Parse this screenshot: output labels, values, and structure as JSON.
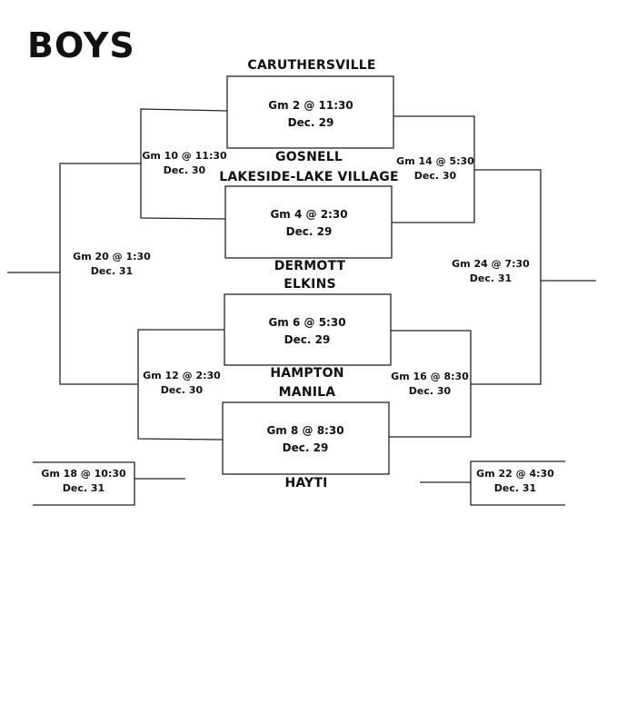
{
  "title": "BOYS",
  "teams": {
    "t1": "CARUTHERSVILLE",
    "t2": "GOSNELL",
    "t3": "LAKESIDE-LAKE VILLAGE",
    "t4": "DERMOTT",
    "t5": "ELKINS",
    "t6": "HAMPTON",
    "t7": "MANILA",
    "t8": "HAYTI"
  },
  "games": {
    "g2": {
      "name": "Gm 2 @ 11:30",
      "date": "Dec. 29"
    },
    "g4": {
      "name": "Gm 4 @ 2:30",
      "date": "Dec. 29"
    },
    "g6": {
      "name": "Gm 6 @ 5:30",
      "date": "Dec. 29"
    },
    "g8": {
      "name": "Gm 8 @ 8:30",
      "date": "Dec. 29"
    },
    "g10": {
      "name": "Gm 10 @ 11:30",
      "date": "Dec. 30"
    },
    "g12": {
      "name": "Gm 12 @ 2:30",
      "date": "Dec. 30"
    },
    "g14": {
      "name": "Gm 14 @ 5:30",
      "date": "Dec. 30"
    },
    "g16": {
      "name": "Gm 16 @ 8:30",
      "date": "Dec. 30"
    },
    "g18": {
      "name": "Gm 18 @ 10:30",
      "date": "Dec. 31"
    },
    "g20": {
      "name": "Gm 20 @ 1:30",
      "date": "Dec. 31"
    },
    "g22": {
      "name": "Gm 22 @ 4:30",
      "date": "Dec. 31"
    },
    "g24": {
      "name": "Gm 24 @ 7:30",
      "date": "Dec. 31"
    }
  }
}
